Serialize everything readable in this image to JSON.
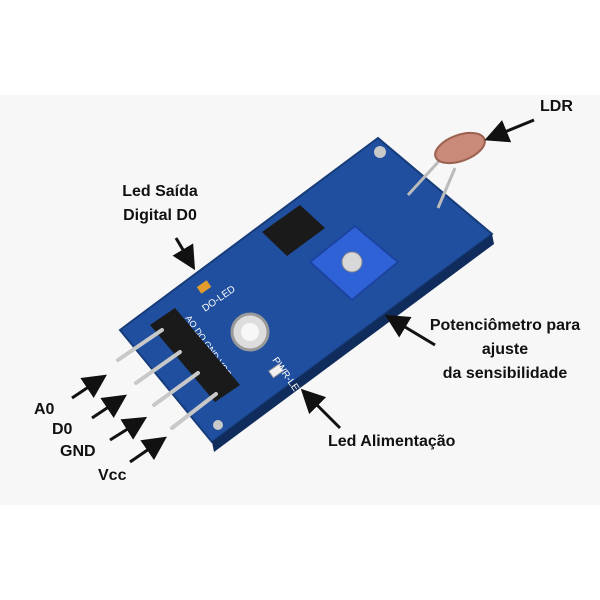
{
  "labels": {
    "ldr": "LDR",
    "led_saida_line1": "Led Saída",
    "led_saida_line2": "Digital D0",
    "pot_line1": "Potenciômetro para",
    "pot_line2": "ajuste",
    "pot_line3": "da sensibilidade",
    "led_alim": "Led Alimentação",
    "a0": "A0",
    "d0": "D0",
    "gnd": "GND",
    "vcc": "Vcc"
  },
  "silkscreen": {
    "do_led": "DO-LED",
    "pwr_led": "PWR-LED",
    "pins": "AO DO GND VCC"
  },
  "colors": {
    "board": "#1f4f9e",
    "potentiometer": "#2f62d6",
    "ldr": "#c98a7a",
    "arrow": "#111111"
  }
}
